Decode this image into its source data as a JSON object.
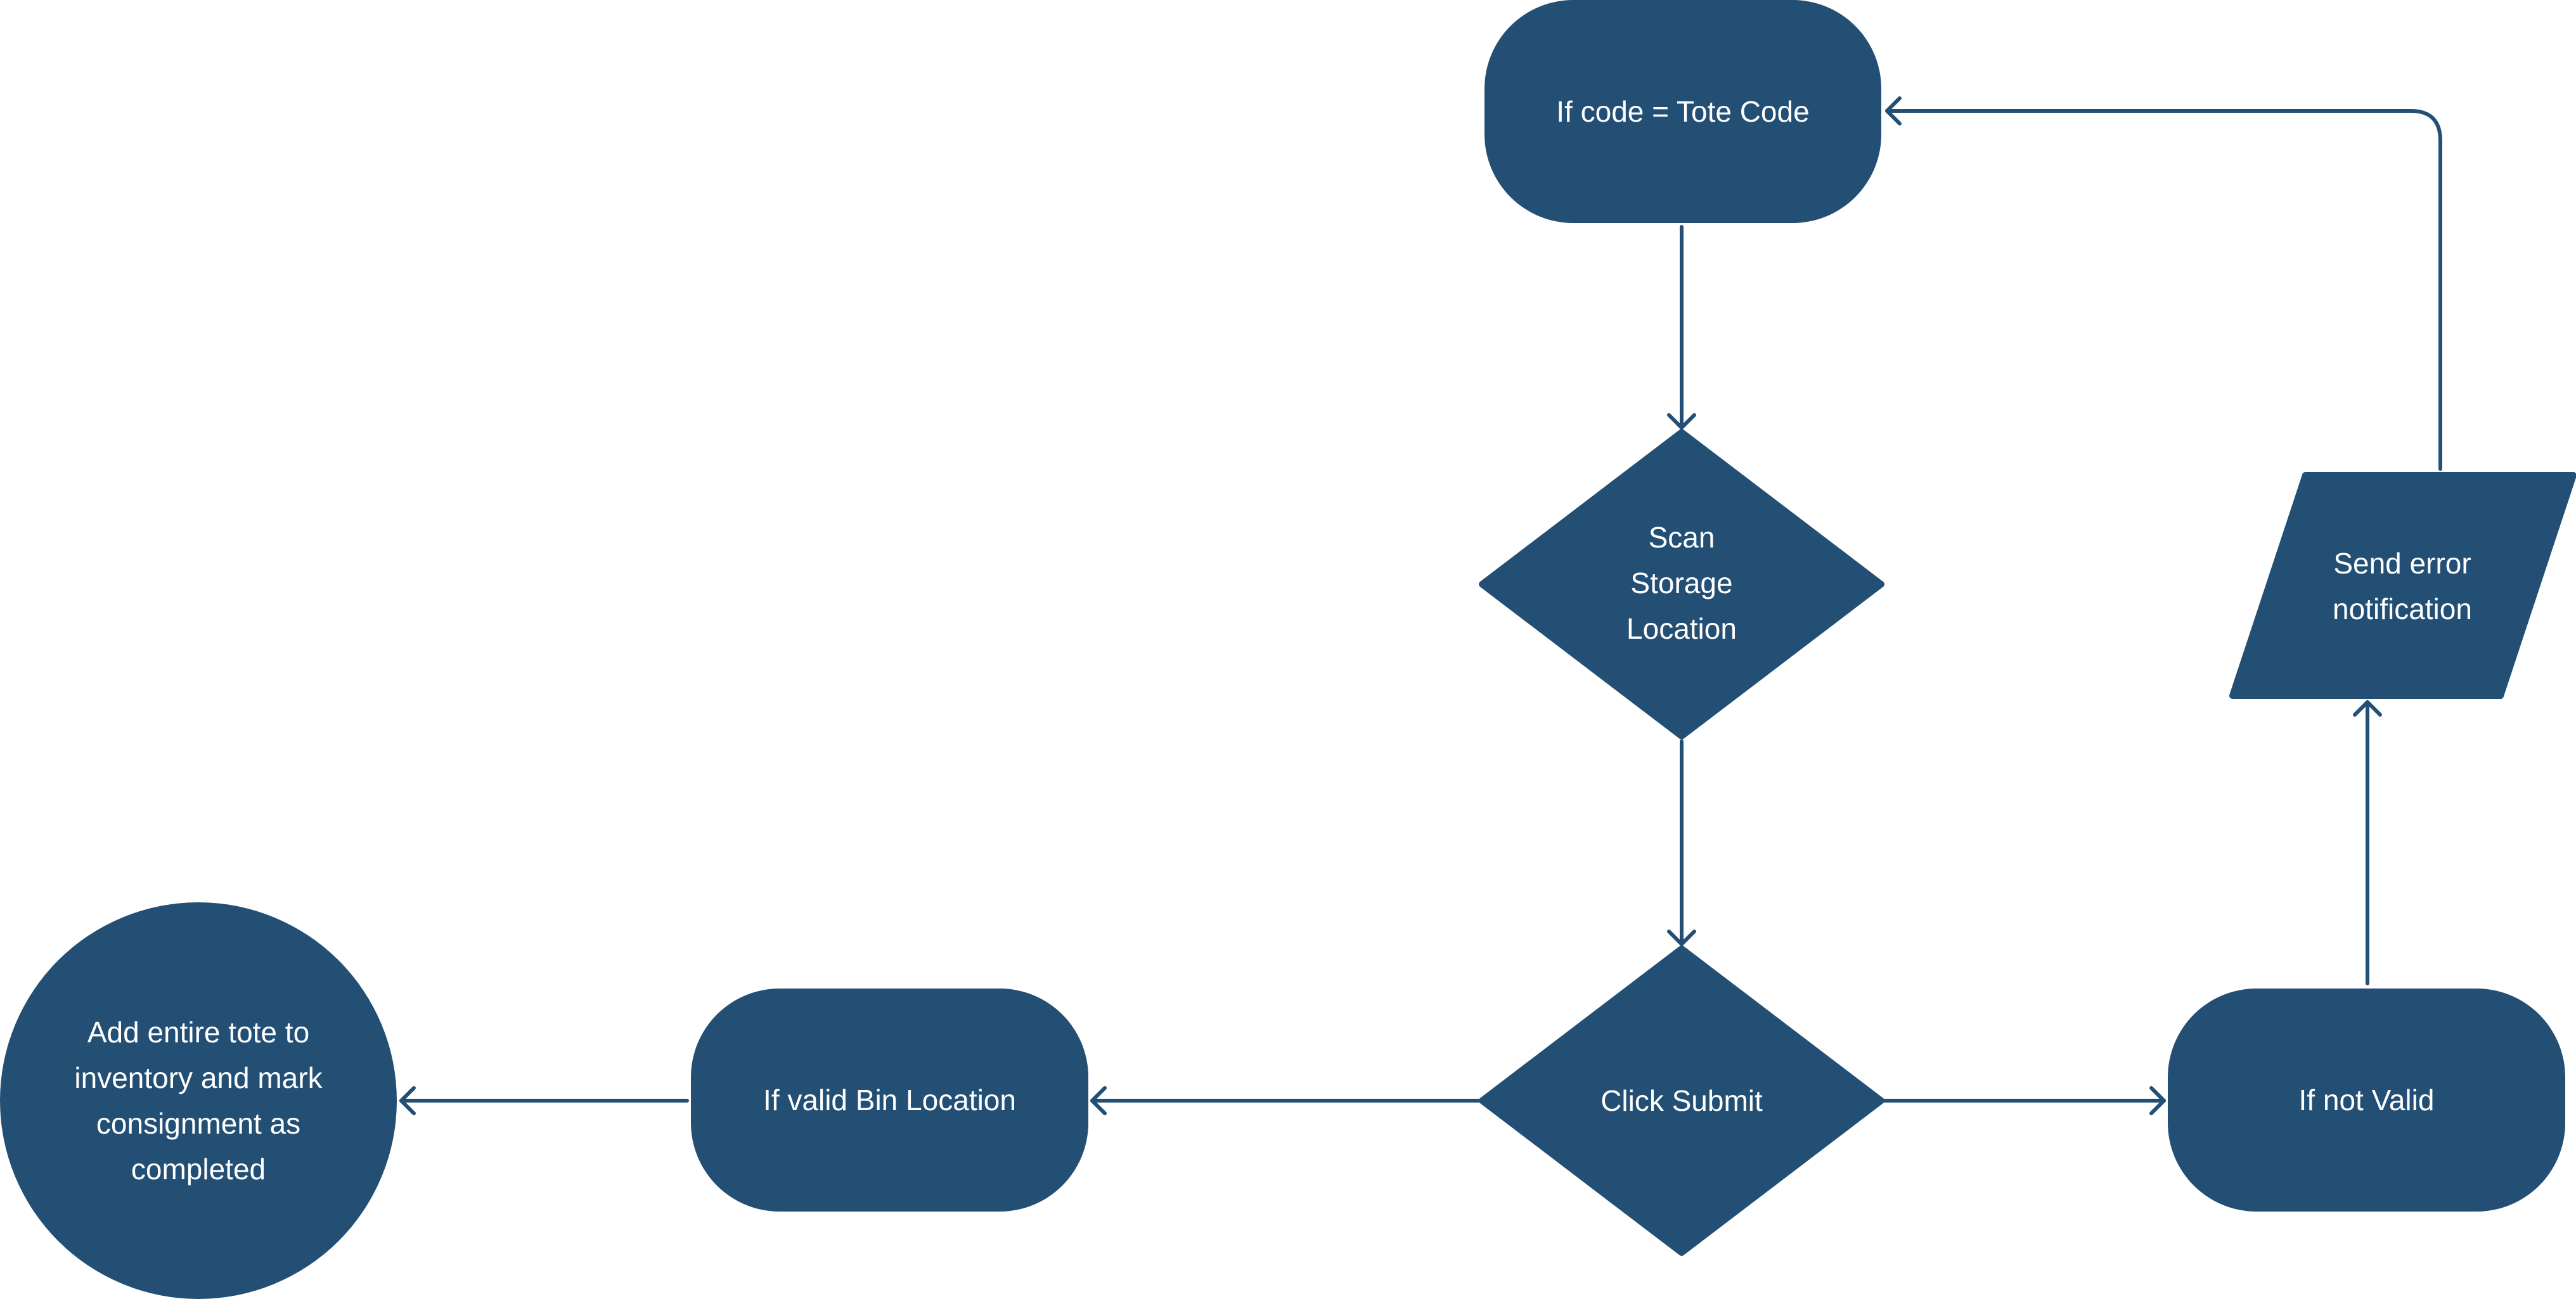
{
  "colors": {
    "node_fill": "#234f74",
    "connector": "#234f74",
    "text": "#ffffff",
    "background": "#ffffff"
  },
  "nodes": {
    "tote_code_check": {
      "label": "If code = Tote Code",
      "shape": "rounded-rectangle"
    },
    "scan_storage": {
      "label": "Scan\nStorage\nLocation",
      "shape": "diamond"
    },
    "click_submit": {
      "label": "Click Submit",
      "shape": "diamond"
    },
    "valid_bin": {
      "label": "If valid Bin Location",
      "shape": "rounded-rectangle"
    },
    "add_tote": {
      "label": "Add entire tote to\ninventory and mark\nconsignment as\ncompleted",
      "shape": "circle"
    },
    "not_valid": {
      "label": "If not Valid",
      "shape": "rounded-rectangle"
    },
    "send_error": {
      "label": "Send error\nnotification",
      "shape": "parallelogram"
    }
  },
  "edges": [
    {
      "from": "tote_code_check",
      "to": "scan_storage"
    },
    {
      "from": "scan_storage",
      "to": "click_submit"
    },
    {
      "from": "click_submit",
      "to": "valid_bin"
    },
    {
      "from": "valid_bin",
      "to": "add_tote"
    },
    {
      "from": "click_submit",
      "to": "not_valid"
    },
    {
      "from": "not_valid",
      "to": "send_error"
    },
    {
      "from": "send_error",
      "to": "tote_code_check"
    }
  ]
}
